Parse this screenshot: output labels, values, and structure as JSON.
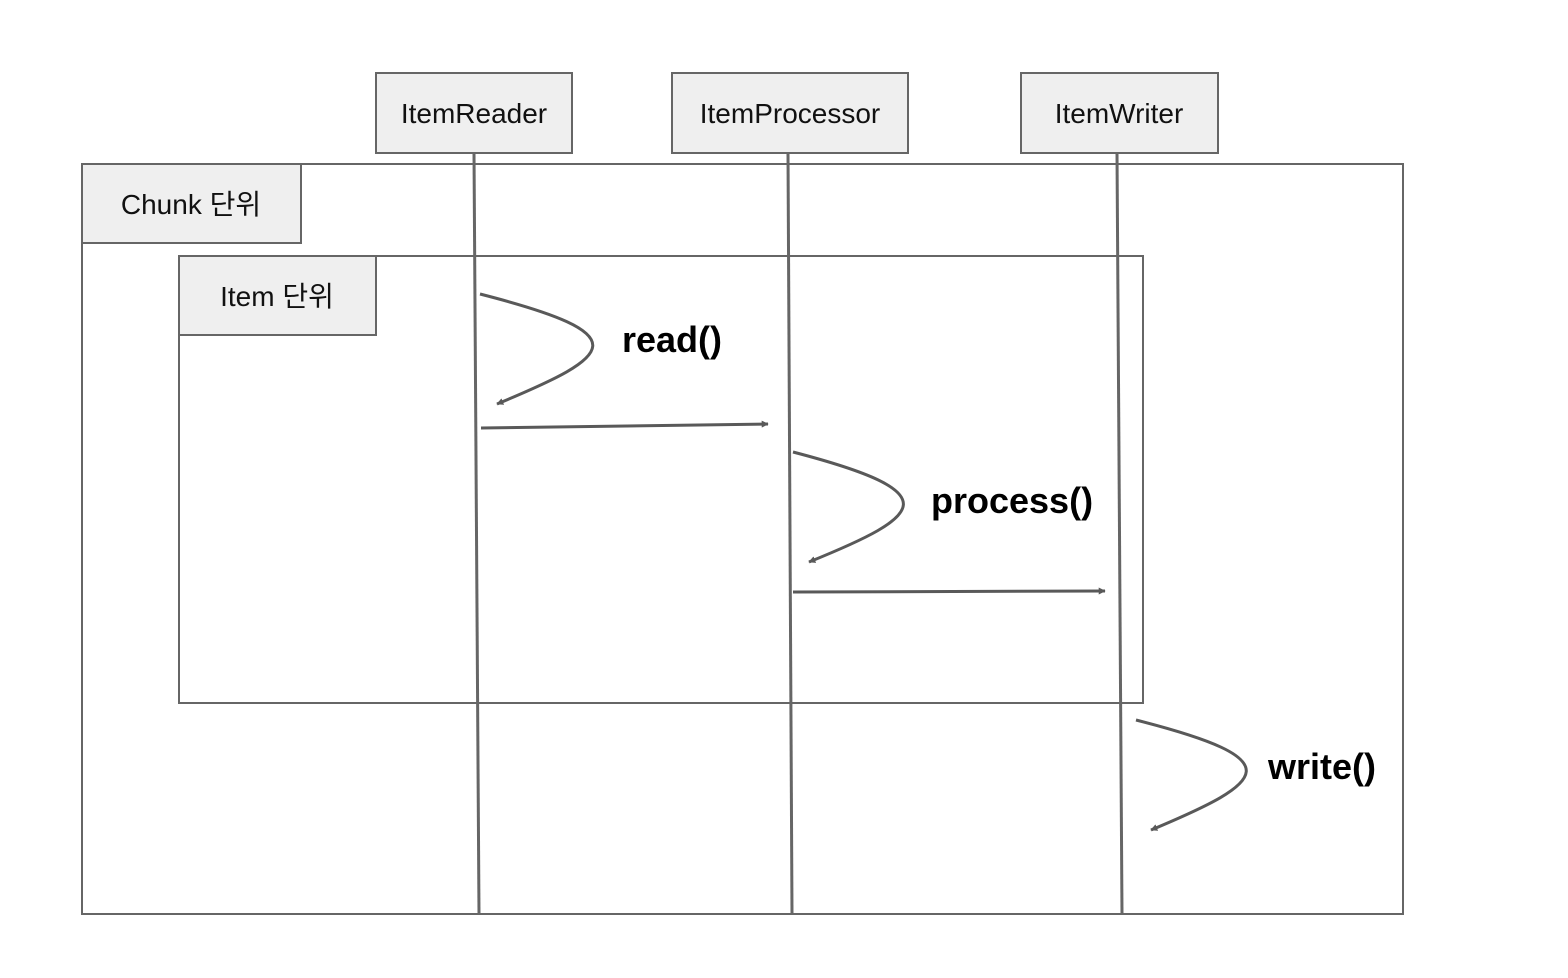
{
  "participants": {
    "reader": "ItemReader",
    "processor": "ItemProcessor",
    "writer": "ItemWriter"
  },
  "frames": {
    "chunk_label": "Chunk 단위",
    "item_label": "Item 단위"
  },
  "calls": {
    "read": "read()",
    "process": "process()",
    "write": "write()"
  },
  "colors": {
    "stroke": "#666666",
    "box_fill": "#efefef",
    "arrow": "#595959"
  }
}
